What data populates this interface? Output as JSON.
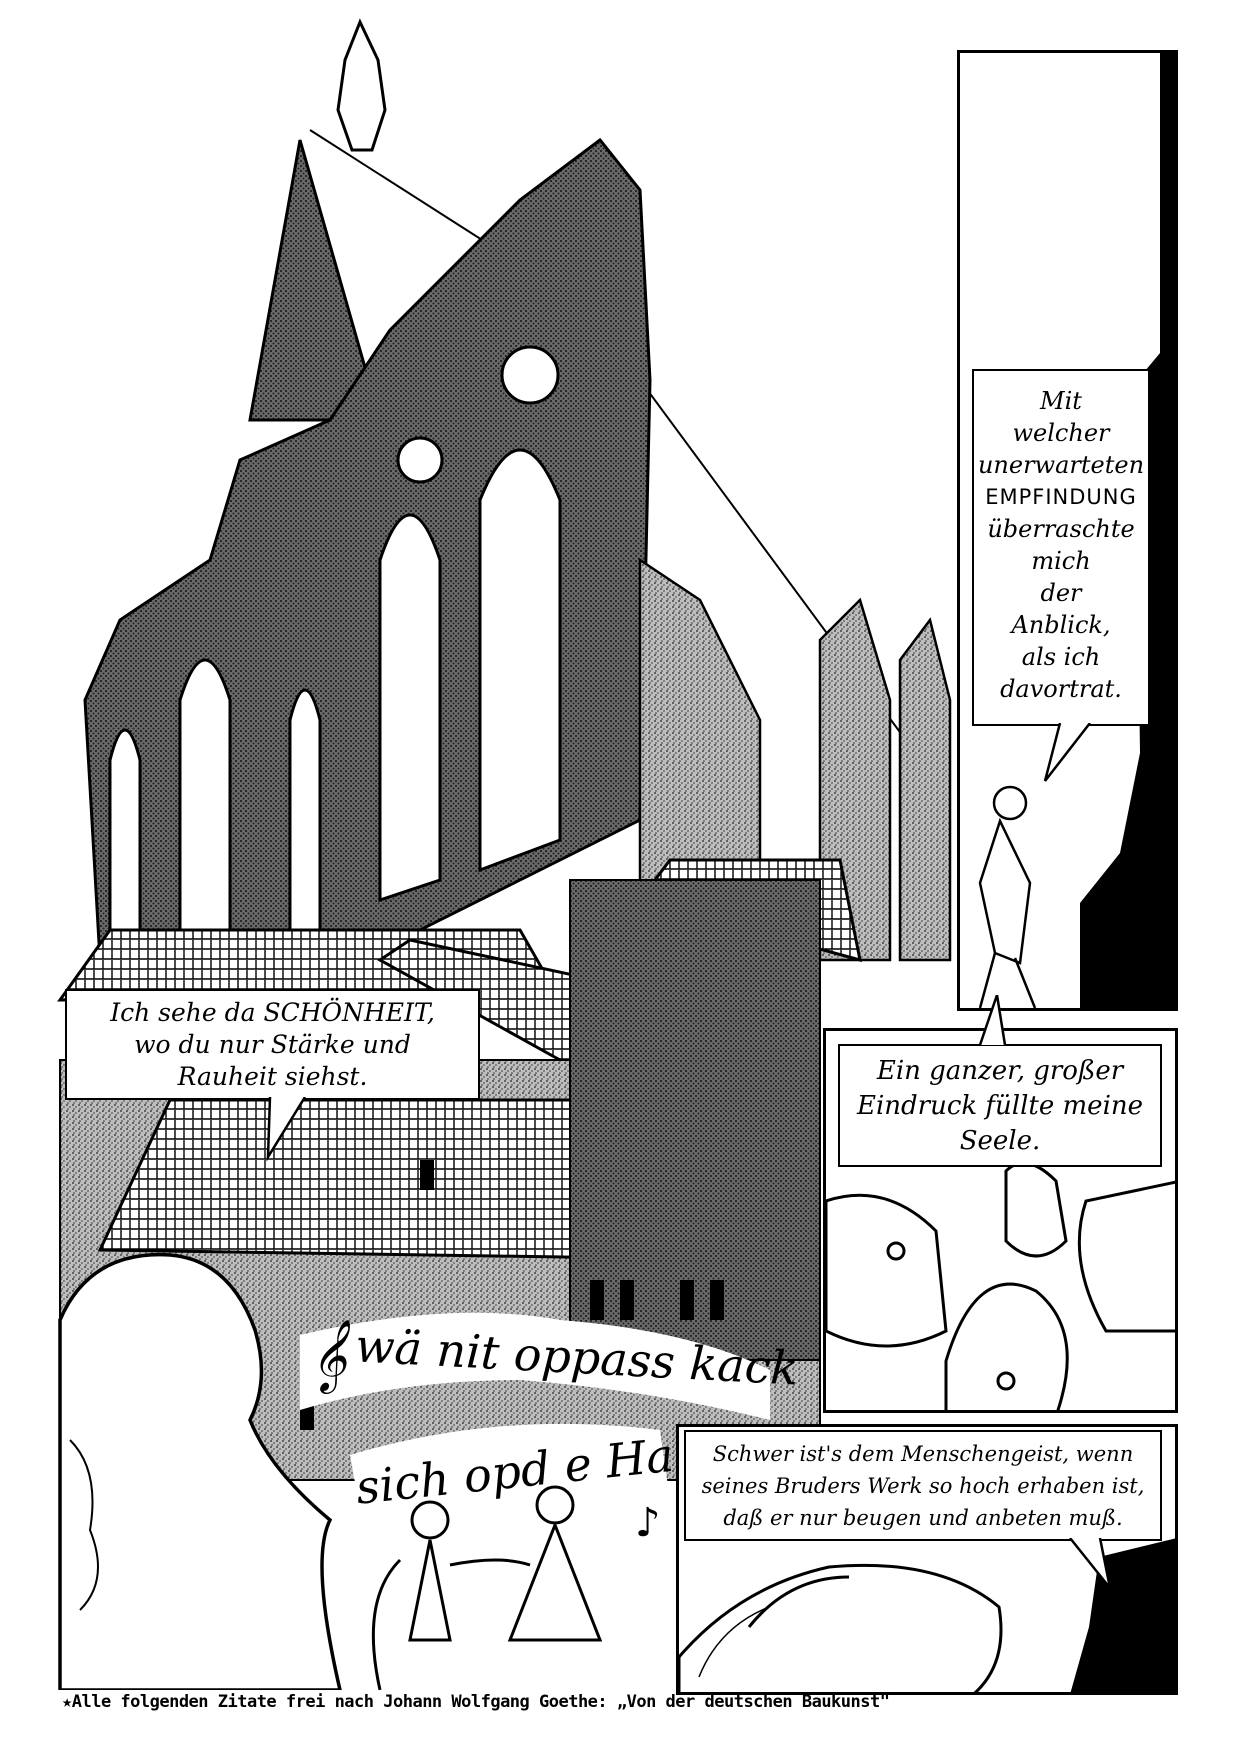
{
  "captions": {
    "mit_welcher": [
      "Mit",
      "welcher",
      "unerwarteten",
      "EMPFINDUNG",
      "überraschte",
      "mich",
      "der",
      "Anblick,",
      "als ich",
      "davortrat."
    ],
    "ich_sehe": [
      "Ich sehe da SCHÖNHEIT,",
      "wo du nur Stärke und",
      "Rauheit siehst."
    ],
    "ein_ganzer": [
      "Ein ganzer, großer",
      "Eindruck füllte meine",
      "Seele."
    ],
    "schwer": [
      "Schwer ist's dem Menschengeist, wenn",
      "seines Bruders Werk so hoch erhaben ist,",
      "daß er nur beugen und anbeten muß."
    ]
  },
  "song": {
    "line1": "wä nit oppass kack",
    "line2": "sich opd e Hacke",
    "clef_icon": "treble-clef-icon",
    "note_icon": "eighth-note-icon"
  },
  "footnote": "★Alle folgenden Zitate frei nach Johann Wolfgang Goethe: „Von der deutschen Baukunst\"",
  "colors": {
    "ink": "#000000",
    "paper": "#ffffff",
    "stipple": "#8c8c8c"
  }
}
